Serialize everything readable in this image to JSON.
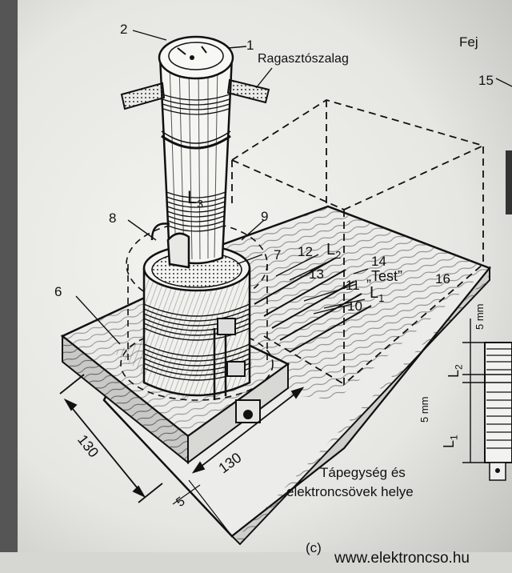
{
  "figure": {
    "callout_numbers": [
      "1",
      "2",
      "6",
      "7",
      "8",
      "9",
      "10",
      "11",
      "12",
      "13",
      "14",
      "15",
      "16"
    ],
    "tape_label": "Ragasztószalag",
    "head_label": "Fej",
    "coil_labels": {
      "L3": "L",
      "L3_sub": "3",
      "L2": "L",
      "L2_sub": "2",
      "L1": "L",
      "L1_sub": "1"
    },
    "body_label": "„Test”",
    "dim_130_a": "130",
    "dim_130_b": "130",
    "dim_5": "5",
    "side_dim_5mm_top": "5 mm",
    "side_dim_5mm_mid": "5 mm",
    "side_L2": "L",
    "side_L2_sub": "2",
    "side_L1": "L",
    "side_L1_sub": "1",
    "caption_line1": "Tápegység és",
    "caption_line2": "elektroncsövek helye",
    "panel": "(c)",
    "watermark": "www.elektroncso.hu"
  },
  "colors": {
    "ink": "#111111",
    "paper": "#efefec",
    "shade": "#8a8a86"
  }
}
